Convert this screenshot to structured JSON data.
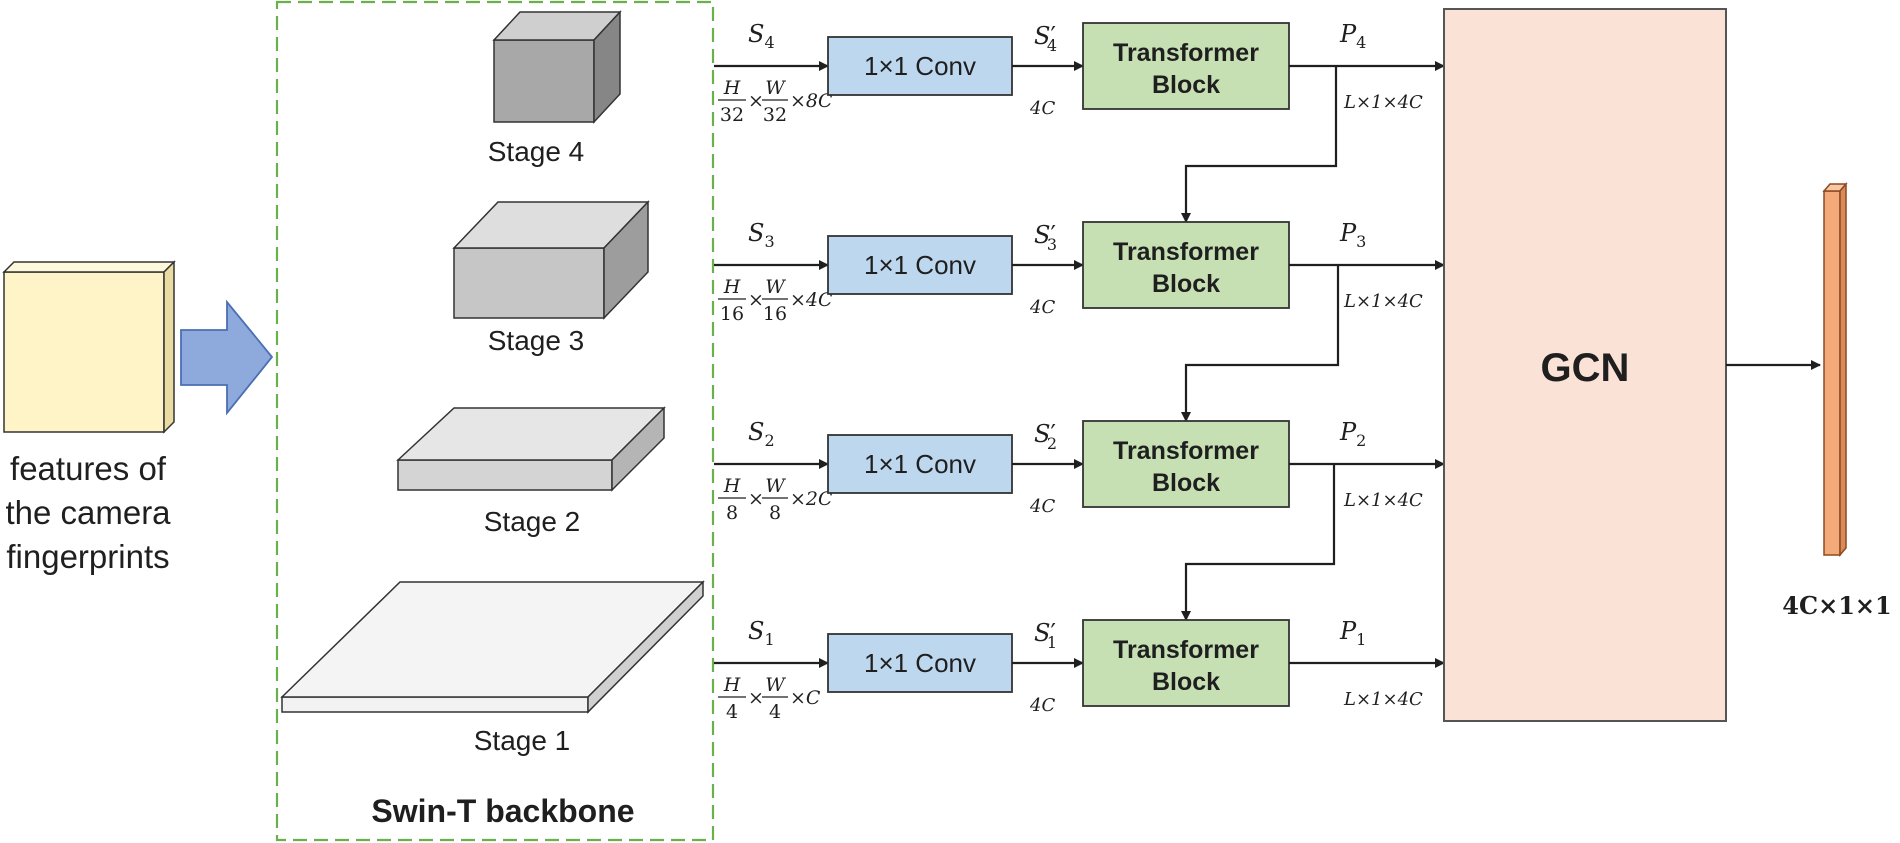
{
  "input": {
    "label_lines": [
      "features of",
      "the camera",
      "fingerprints"
    ],
    "color": "#fff4c7"
  },
  "backbone": {
    "label": "Swin-T backbone",
    "border_color": "#6ab04c",
    "stages": [
      {
        "label": "Stage 4"
      },
      {
        "label": "Stage 3"
      },
      {
        "label": "Stage 2"
      },
      {
        "label": "Stage 1"
      }
    ]
  },
  "rows": [
    {
      "s_base": "S",
      "s_sub": "4",
      "dim": {
        "h_num": "H",
        "h_den": "32",
        "w_num": "W",
        "w_den": "32",
        "tail": "×8C"
      },
      "conv_label": "1×1 Conv",
      "sp_base": "S",
      "sp_sub": "4",
      "ch_label": "4C",
      "tb_line1": "Transformer",
      "tb_line2": "Block",
      "p_base": "P",
      "p_sub": "4",
      "out_dim": "L×1×4C"
    },
    {
      "s_base": "S",
      "s_sub": "3",
      "dim": {
        "h_num": "H",
        "h_den": "16",
        "w_num": "W",
        "w_den": "16",
        "tail": "×4C"
      },
      "conv_label": "1×1 Conv",
      "sp_base": "S",
      "sp_sub": "3",
      "ch_label": "4C",
      "tb_line1": "Transformer",
      "tb_line2": "Block",
      "p_base": "P",
      "p_sub": "3",
      "out_dim": "L×1×4C"
    },
    {
      "s_base": "S",
      "s_sub": "2",
      "dim": {
        "h_num": "H",
        "h_den": "8",
        "w_num": "W",
        "w_den": "8",
        "tail": "×2C"
      },
      "conv_label": "1×1 Conv",
      "sp_base": "S",
      "sp_sub": "2",
      "ch_label": "4C",
      "tb_line1": "Transformer",
      "tb_line2": "Block",
      "p_base": "P",
      "p_sub": "2",
      "out_dim": "L×1×4C"
    },
    {
      "s_base": "S",
      "s_sub": "1",
      "dim": {
        "h_num": "H",
        "h_den": "4",
        "w_num": "W",
        "w_den": "4",
        "tail": "×C"
      },
      "conv_label": "1×1 Conv",
      "sp_base": "S",
      "sp_sub": "1",
      "ch_label": "4C",
      "tb_line1": "Transformer",
      "tb_line2": "Block",
      "p_base": "P",
      "p_sub": "1",
      "out_dim": "L×1×4C"
    }
  ],
  "gcn": {
    "label": "GCN",
    "color": "#fae3d6"
  },
  "output": {
    "label": "4C×1×1",
    "color": "#f4a97a"
  },
  "colors": {
    "conv_fill": "#bdd7ee",
    "tb_fill": "#c6e0b4",
    "arrow_fill": "#8ea9db"
  }
}
